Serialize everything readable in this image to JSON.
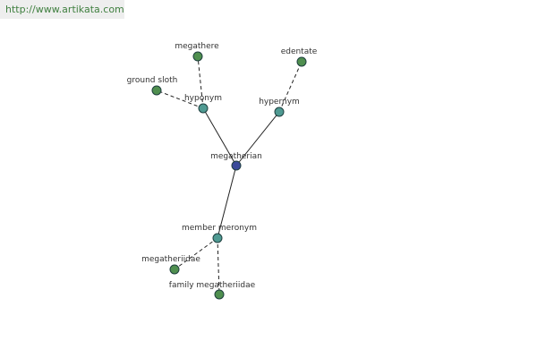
{
  "watermark": {
    "text": "http://www.artikata.com"
  },
  "colors": {
    "center_node": "#3a4a9a",
    "relation_node": "#4f9a92",
    "leaf_node": "#4f8f4f",
    "edge": "#222222",
    "node_stroke": "#1f3f3f"
  },
  "graph": {
    "center": {
      "id": "megatherian",
      "label": "megatherian",
      "kind": "center"
    },
    "nodes": [
      {
        "id": "megatherian",
        "label": "megatherian",
        "kind": "center"
      },
      {
        "id": "hyponym",
        "label": "hyponym",
        "kind": "relation"
      },
      {
        "id": "hypernym",
        "label": "hypernym",
        "kind": "relation"
      },
      {
        "id": "member-meronym",
        "label": "member meronym",
        "kind": "relation"
      },
      {
        "id": "megathere",
        "label": "megathere",
        "kind": "leaf"
      },
      {
        "id": "ground-sloth",
        "label": "ground sloth",
        "kind": "leaf"
      },
      {
        "id": "edentate",
        "label": "edentate",
        "kind": "leaf"
      },
      {
        "id": "megatheriidae",
        "label": "megatheriidae",
        "kind": "leaf"
      },
      {
        "id": "family-megatheriidae",
        "label": "family megatheriidae",
        "kind": "leaf"
      }
    ],
    "edges": [
      {
        "from": "megatherian",
        "to": "hyponym",
        "style": "solid"
      },
      {
        "from": "megatherian",
        "to": "hypernym",
        "style": "solid"
      },
      {
        "from": "megatherian",
        "to": "member-meronym",
        "style": "solid"
      },
      {
        "from": "hyponym",
        "to": "megathere",
        "style": "dashed"
      },
      {
        "from": "hyponym",
        "to": "ground-sloth",
        "style": "dashed"
      },
      {
        "from": "hypernym",
        "to": "edentate",
        "style": "dashed"
      },
      {
        "from": "member-meronym",
        "to": "megatheriidae",
        "style": "dashed"
      },
      {
        "from": "member-meronym",
        "to": "family-megatheriidae",
        "style": "dashed"
      }
    ]
  }
}
